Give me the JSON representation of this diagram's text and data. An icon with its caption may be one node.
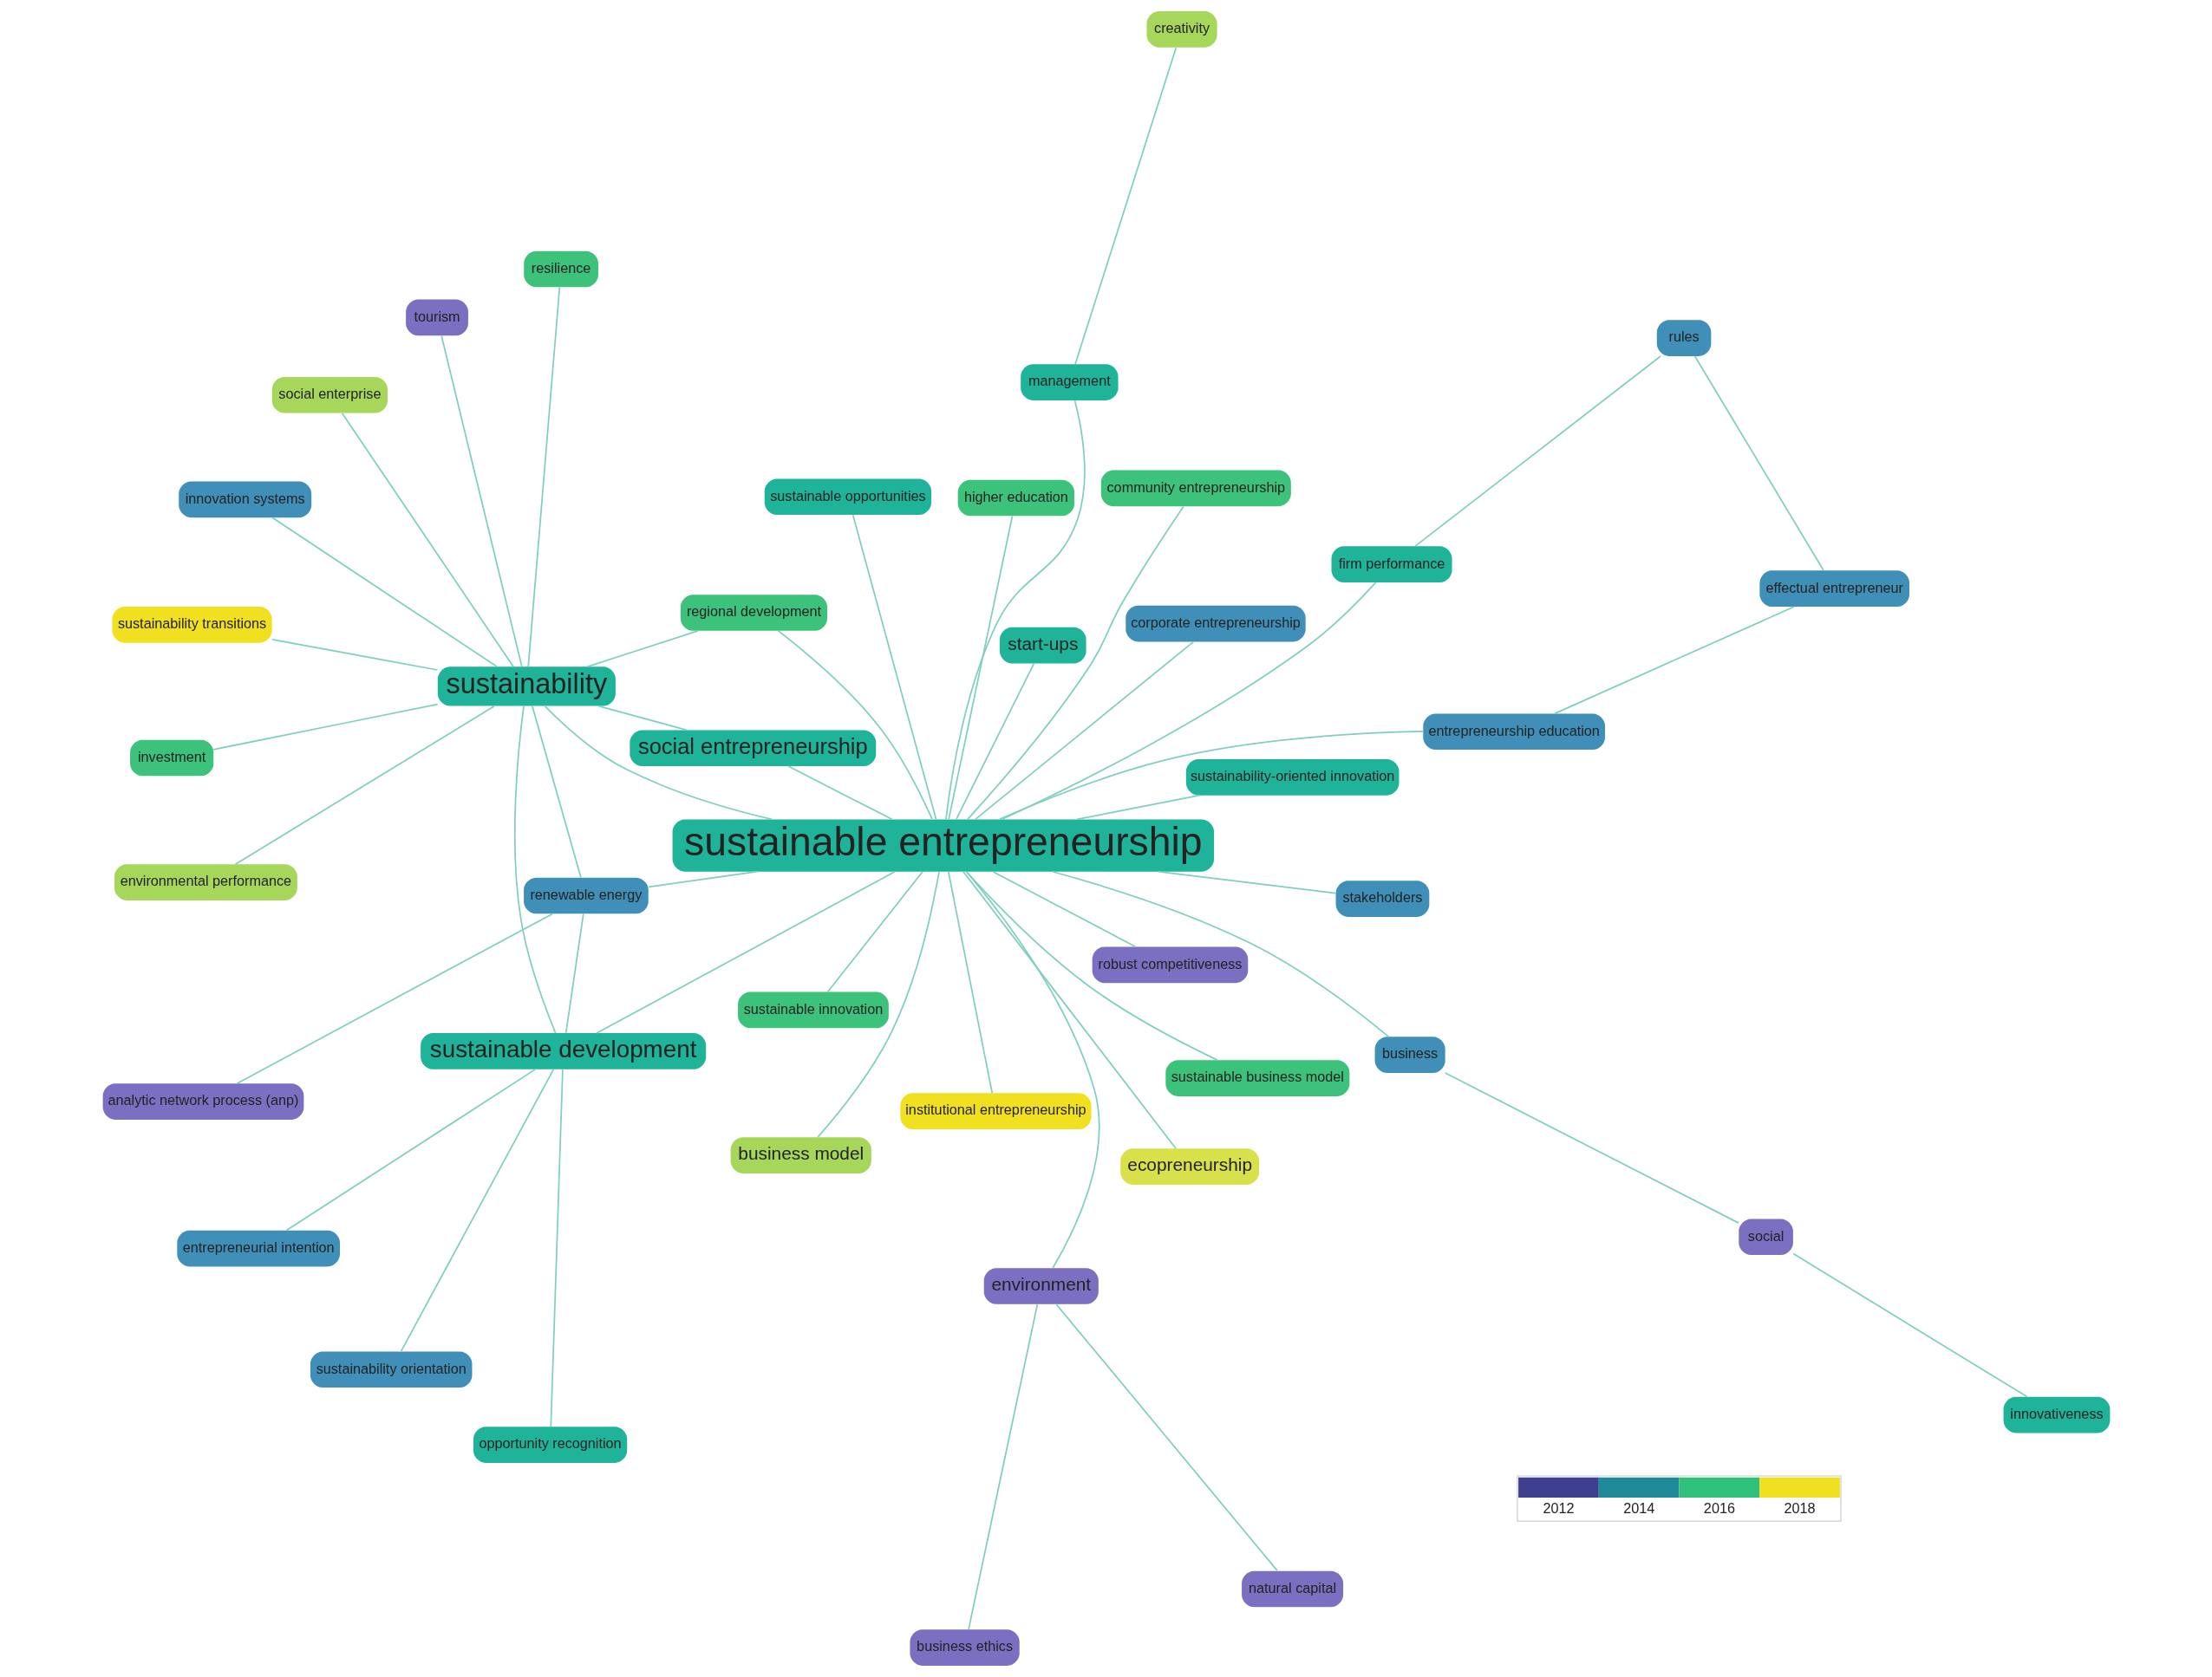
{
  "diagram": {
    "nodes": [
      {
        "text": [
          "analytic network process (anp)"
        ]
      },
      {
        "text": [
          "renewable energy"
        ]
      },
      {
        "text": [
          "institutional entrepreneurship"
        ]
      },
      {
        "text": [
          "regional development"
        ]
      },
      {
        "text": [
          "stakeholders"
        ]
      },
      {
        "text": [
          "sustainable innovation"
        ]
      },
      {
        "text": [
          "entrepreneurial intention"
        ]
      },
      {
        "text": [
          "robust competitiveness"
        ]
      },
      {
        "text": [
          "sustainability orientation"
        ]
      },
      {
        "text": [
          "sustainable business model"
        ]
      },
      {
        "text": [
          "opportunity recognition"
        ]
      },
      {
        "text": [
          "business model"
        ]
      },
      {
        "text": [
          "sustainable development"
        ]
      },
      {
        "text": [
          "sustainability-oriented innovation"
        ]
      },
      {
        "text": [
          "sustainable entrepreneurship"
        ]
      },
      {
        "text": [
          "natural capital"
        ]
      },
      {
        "text": [
          "environment"
        ]
      },
      {
        "text": [
          "business ethics"
        ]
      },
      {
        "text": [
          "sustainable opportunities"
        ]
      },
      {
        "text": [
          "start-ups"
        ]
      },
      {
        "text": [
          "social entrepreneurship"
        ]
      },
      {
        "text": [
          "environmental performance"
        ]
      },
      {
        "text": [
          "firm performance"
        ]
      },
      {
        "text": [
          "community entrepreneurship"
        ]
      },
      {
        "text": [
          "tourism"
        ]
      },
      {
        "text": [
          "ecopreneurship"
        ]
      },
      {
        "text": [
          "corporate entrepreneurship"
        ]
      },
      {
        "text": [
          "rules"
        ]
      },
      {
        "text": [
          "sustainability"
        ]
      },
      {
        "text": [
          "effectual entrepreneur"
        ]
      },
      {
        "text": [
          "business"
        ]
      },
      {
        "text": [
          "resilience"
        ]
      },
      {
        "text": [
          "social"
        ]
      },
      {
        "text": [
          "sustainability transitions"
        ]
      },
      {
        "text": [
          "innovativeness"
        ]
      },
      {
        "text": [
          "entrepreneurship education"
        ]
      },
      {
        "text": [
          "social enterprise"
        ]
      },
      {
        "text": [
          "higher education"
        ]
      },
      {
        "text": [
          "investment"
        ]
      },
      {
        "text": [
          "creativity"
        ]
      },
      {
        "text": [
          "management"
        ]
      },
      {
        "text": [
          "innovation systems"
        ]
      }
    ],
    "edges": [
      {
        "from": 0,
        "to": 1,
        "arrow": "none"
      },
      {
        "from": 1,
        "to": 14,
        "arrow": "none"
      },
      {
        "from": 1,
        "to": 12,
        "arrow": "none"
      },
      {
        "from": 1,
        "to": 28,
        "arrow": "none"
      },
      {
        "from": 2,
        "to": 14,
        "arrow": "none"
      },
      {
        "from": 3,
        "to": 14,
        "arrow": "none"
      },
      {
        "from": 3,
        "to": 28,
        "arrow": "none"
      },
      {
        "from": 4,
        "to": 14,
        "arrow": "none"
      },
      {
        "from": 5,
        "to": 14,
        "arrow": "none"
      },
      {
        "from": 6,
        "to": 12,
        "arrow": "none"
      },
      {
        "from": 7,
        "to": 14,
        "arrow": "none"
      },
      {
        "from": 8,
        "to": 12,
        "arrow": "none"
      },
      {
        "from": 9,
        "to": 14,
        "arrow": "none"
      },
      {
        "from": 10,
        "to": 12,
        "arrow": "none"
      },
      {
        "from": 11,
        "to": 14,
        "arrow": "none"
      },
      {
        "from": 12,
        "to": 14,
        "arrow": "none"
      },
      {
        "from": 12,
        "to": 28,
        "arrow": "none"
      },
      {
        "from": 13,
        "to": 14,
        "arrow": "none"
      },
      {
        "from": 15,
        "to": 16,
        "arrow": "none"
      },
      {
        "from": 17,
        "to": 16,
        "arrow": "none"
      },
      {
        "from": 16,
        "to": 14,
        "arrow": "none"
      },
      {
        "from": 18,
        "to": 14,
        "arrow": "none"
      },
      {
        "from": 19,
        "to": 14,
        "arrow": "none"
      },
      {
        "from": 20,
        "to": 14,
        "arrow": "none"
      },
      {
        "from": 20,
        "to": 28,
        "arrow": "none"
      },
      {
        "from": 21,
        "to": 28,
        "arrow": "none"
      },
      {
        "from": 22,
        "to": 14,
        "arrow": "none"
      },
      {
        "from": 23,
        "to": 14,
        "arrow": "none"
      },
      {
        "from": 24,
        "to": 28,
        "arrow": "none"
      },
      {
        "from": 25,
        "to": 14,
        "arrow": "none"
      },
      {
        "from": 26,
        "to": 14,
        "arrow": "none"
      },
      {
        "from": 27,
        "to": 22,
        "arrow": "none"
      },
      {
        "from": 28,
        "to": 14,
        "arrow": "none"
      },
      {
        "from": 29,
        "to": 27,
        "arrow": "none"
      },
      {
        "from": 30,
        "to": 14,
        "arrow": "none"
      },
      {
        "from": 31,
        "to": 28,
        "arrow": "none"
      },
      {
        "from": 32,
        "to": 30,
        "arrow": "none"
      },
      {
        "from": 33,
        "to": 28,
        "arrow": "none"
      },
      {
        "from": 34,
        "to": 32,
        "arrow": "none"
      },
      {
        "from": 35,
        "to": 29,
        "arrow": "none"
      },
      {
        "from": 35,
        "to": 14,
        "arrow": "none"
      },
      {
        "from": 36,
        "to": 28,
        "arrow": "none"
      },
      {
        "from": 37,
        "to": 14,
        "arrow": "none"
      },
      {
        "from": 38,
        "to": 28,
        "arrow": "none"
      },
      {
        "from": 39,
        "to": 40,
        "arrow": "none"
      },
      {
        "from": 40,
        "to": 14,
        "arrow": "none"
      },
      {
        "from": 41,
        "to": 28,
        "arrow": "none"
      }
    ],
    "legend": [
      {
        "text": "2012",
        "color": "#3f3f8f"
      },
      {
        "text": "2014",
        "color": "#1f8a9a"
      },
      {
        "text": "2016",
        "color": "#2fc07a"
      },
      {
        "text": "2018",
        "color": "#f0e020"
      }
    ]
  }
}
